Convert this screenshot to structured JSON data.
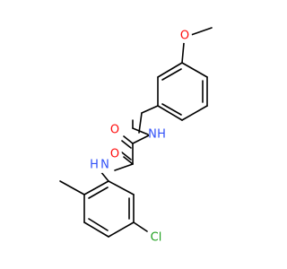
{
  "molecule": {
    "atoms": {
      "O_methoxy": {
        "symbol": "O",
        "color": "#ff0d0d"
      },
      "N_upper": {
        "symbol": "N",
        "color": "#3050f8"
      },
      "H_upper": {
        "symbol": "H",
        "color": "#3050f8"
      },
      "O_upper_carbonyl": {
        "symbol": "O",
        "color": "#ff0d0d"
      },
      "O_lower_carbonyl": {
        "symbol": "O",
        "color": "#ff0d0d"
      },
      "N_lower": {
        "symbol": "N",
        "color": "#3050f8"
      },
      "H_lower": {
        "symbol": "H",
        "color": "#3050f8"
      },
      "Cl": {
        "symbol": "Cl",
        "color": "#1fa01f"
      }
    },
    "bond_color": "#000000"
  }
}
